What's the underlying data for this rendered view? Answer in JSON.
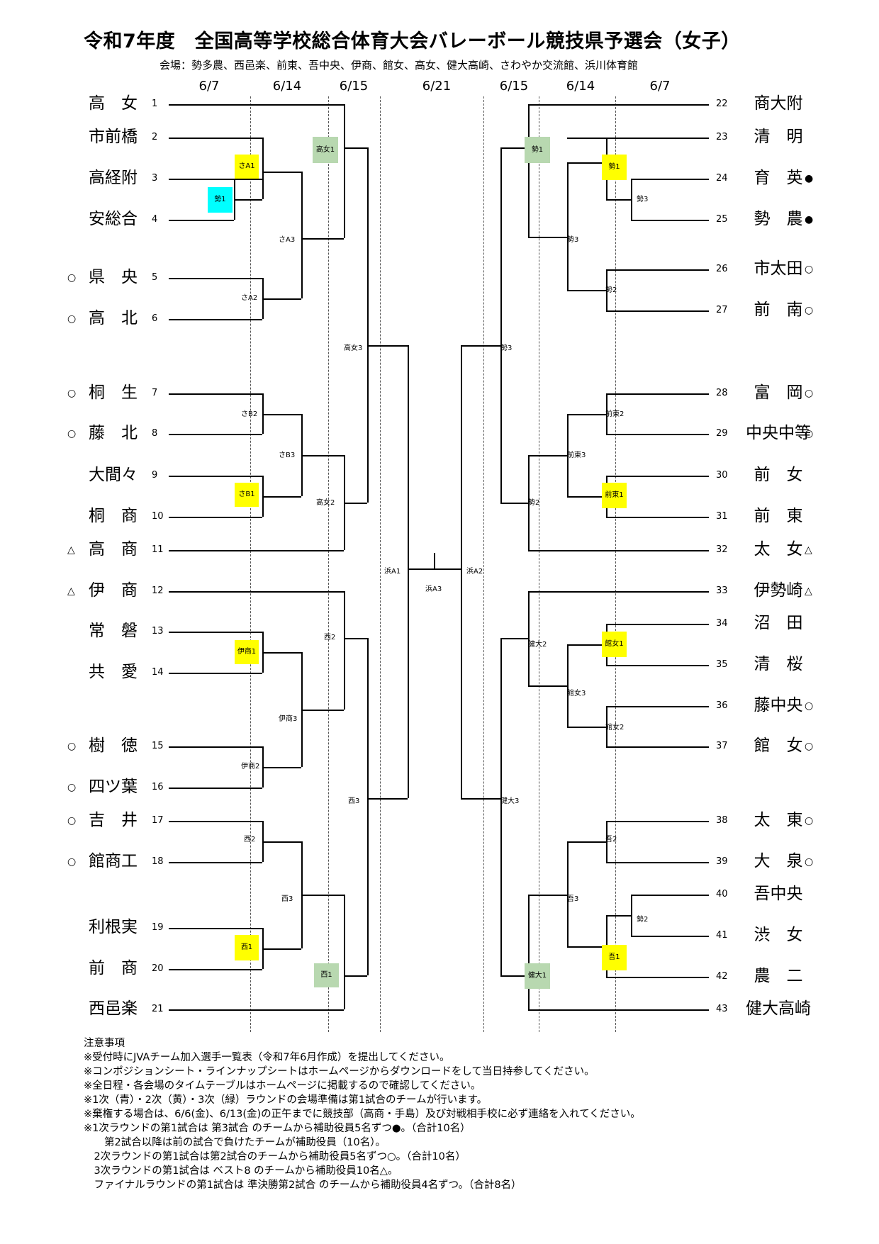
{
  "title": "令和7年度　全国高等学校総合体育大会バレーボール競技県予選会（女子）",
  "venue": "会場：勢多農、西邑楽、前東、吾中央、伊商、館女、高女、健大高崎、さわやか交流館、浜川体育館",
  "dates": [
    "6/7",
    "6/14",
    "6/15",
    "6/21",
    "6/15",
    "6/14",
    "6/7"
  ],
  "teams_left": [
    {
      "num": "1",
      "name": "高　女",
      "mark": ""
    },
    {
      "num": "2",
      "name": "市前橋",
      "mark": ""
    },
    {
      "num": "3",
      "name": "高経附",
      "mark": ""
    },
    {
      "num": "4",
      "name": "安総合",
      "mark": ""
    },
    {
      "num": "5",
      "name": "県　央",
      "mark": "○"
    },
    {
      "num": "6",
      "name": "高　北",
      "mark": "○"
    },
    {
      "num": "7",
      "name": "桐　生",
      "mark": "○"
    },
    {
      "num": "8",
      "name": "藤　北",
      "mark": "○"
    },
    {
      "num": "9",
      "name": "大間々",
      "mark": ""
    },
    {
      "num": "10",
      "name": "桐　商",
      "mark": ""
    },
    {
      "num": "11",
      "name": "高　商",
      "mark": "△"
    },
    {
      "num": "12",
      "name": "伊　商",
      "mark": "△"
    },
    {
      "num": "13",
      "name": "常　磐",
      "mark": ""
    },
    {
      "num": "14",
      "name": "共　愛",
      "mark": ""
    },
    {
      "num": "15",
      "name": "樹　徳",
      "mark": "○"
    },
    {
      "num": "16",
      "name": "四ツ葉",
      "mark": "○"
    },
    {
      "num": "17",
      "name": "吉　井",
      "mark": "○"
    },
    {
      "num": "18",
      "name": "館商工",
      "mark": "○"
    },
    {
      "num": "19",
      "name": "利根実",
      "mark": ""
    },
    {
      "num": "20",
      "name": "前　商",
      "mark": ""
    },
    {
      "num": "21",
      "name": "西邑楽",
      "mark": ""
    }
  ],
  "teams_right": [
    {
      "num": "22",
      "name": "商大附",
      "mark": ""
    },
    {
      "num": "23",
      "name": "清　明",
      "mark": ""
    },
    {
      "num": "24",
      "name": "育　英",
      "mark": "●"
    },
    {
      "num": "25",
      "name": "勢　農",
      "mark": "●"
    },
    {
      "num": "26",
      "name": "市太田",
      "mark": "○"
    },
    {
      "num": "27",
      "name": "前　南",
      "mark": "○"
    },
    {
      "num": "28",
      "name": "富　岡",
      "mark": "○"
    },
    {
      "num": "29",
      "name": "中央中等",
      "mark": "○"
    },
    {
      "num": "30",
      "name": "前　女",
      "mark": ""
    },
    {
      "num": "31",
      "name": "前　東",
      "mark": ""
    },
    {
      "num": "32",
      "name": "太　女",
      "mark": "△"
    },
    {
      "num": "33",
      "name": "伊勢崎",
      "mark": "△"
    },
    {
      "num": "34",
      "name": "沼　田",
      "mark": ""
    },
    {
      "num": "35",
      "name": "清　桜",
      "mark": ""
    },
    {
      "num": "36",
      "name": "藤中央",
      "mark": "○"
    },
    {
      "num": "37",
      "name": "館　女",
      "mark": "○"
    },
    {
      "num": "38",
      "name": "太　東",
      "mark": "○"
    },
    {
      "num": "39",
      "name": "大　泉",
      "mark": "○"
    },
    {
      "num": "40",
      "name": "吾中央",
      "mark": ""
    },
    {
      "num": "41",
      "name": "渋　女",
      "mark": ""
    },
    {
      "num": "42",
      "name": "農　二",
      "mark": ""
    },
    {
      "num": "43",
      "name": "健大高崎",
      "mark": ""
    }
  ],
  "match_labels": {
    "sa_a3": "さA3",
    "sa_a2": "さA2",
    "sa_b2": "さB2",
    "sa_b3": "さB3",
    "takajo3": "高女3",
    "takajo2": "高女2",
    "nishi2_upper": "西2",
    "isho3": "伊商3",
    "isho2": "伊商2",
    "nishi3_inner": "西3",
    "nishi2_lower": "西2",
    "nishi3_lower": "西3",
    "hama_a1": "浜A1",
    "hama_a3": "浜A3",
    "hama_a2": "浜A2",
    "sei3_outer": "勢3",
    "sei2_outer": "勢2",
    "sei3_inner": "勢3",
    "sei2_inner": "勢2",
    "sei3_first": "勢3",
    "maeto3": "前東3",
    "maeto2": "前東2",
    "kendai2": "健大2",
    "kanjo3": "館女3",
    "kanjo2": "館女2",
    "kendai3": "健大3",
    "agatsuma3": "吾3",
    "agatsuma2": "吾2",
    "sei2_first": "勢2"
  },
  "venue_boxes": {
    "sa_a1": "さA1",
    "sei1_left": "勢1",
    "takajo1": "高女1",
    "sa_b1": "さB1",
    "isho1": "伊商1",
    "nishi1": "西1",
    "nishi1_final": "西1",
    "sei1_outer": "勢1",
    "sei1_inner": "勢1",
    "maeto1": "前東1",
    "kanjo1": "館女1",
    "kendai1": "健大1",
    "agatsuma1": "吾1"
  },
  "colors": {
    "yellow": "#ffff00",
    "cyan": "#00ffff",
    "green": "#b8d8b0"
  },
  "notes": [
    "注意事項",
    "※受付時にJVAチーム加入選手一覧表（令和7年6月作成）を提出してください。",
    "※コンポジションシート・ラインナップシートはホームページからダウンロードをして当日持参してください。",
    "※全日程・各会場のタイムテーブルはホームページに掲載するので確認してください。",
    "※1次（青）・2次（黄）・3次（緑）ラウンドの会場準備は第1試合のチームが行います。",
    "※棄権する場合は、6/6(金)、6/13(金)の正午までに競技部（高商・手島）及び対戦相手校に必ず連絡を入れてください。",
    "※1次ラウンドの第1試合は 第3試合 のチームから補助役員5名ずつ●。（合計10名）",
    "　　第2試合以降は前の試合で負けたチームが補助役員（10名）。",
    "　2次ラウンドの第1試合は第2試合のチームから補助役員5名ずつ○。（合計10名）",
    "　3次ラウンドの第1試合は ベスト8 のチームから補助役員10名△。",
    "　ファイナルラウンドの第1試合は 準決勝第2試合 のチームから補助役員4名ずつ。（合計8名）"
  ]
}
